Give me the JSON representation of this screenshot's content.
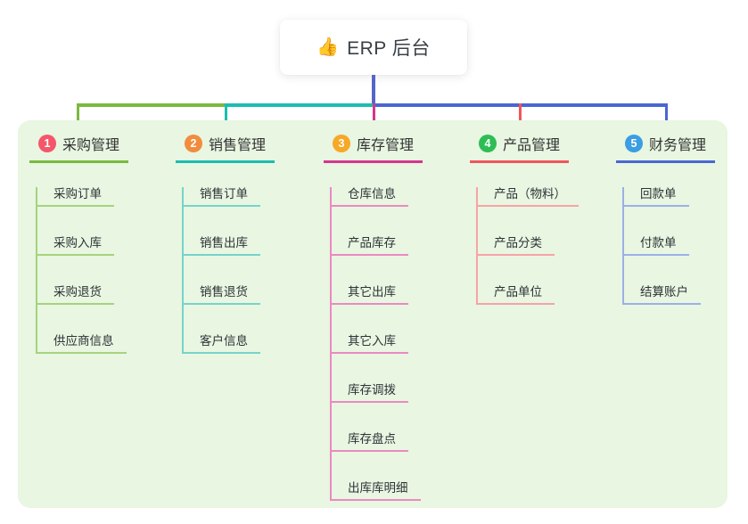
{
  "root": {
    "icon": "👍",
    "label": "ERP 后台",
    "line_color": "#5765c8"
  },
  "panel": {
    "background": "#e8f6e2"
  },
  "branches": [
    {
      "number": "1",
      "label": "采购管理",
      "badge_color": "#f4566a",
      "color": "#7cb93e",
      "light_color": "#a6d37d",
      "children": [
        "采购订单",
        "采购入库",
        "采购退货",
        "供应商信息"
      ]
    },
    {
      "number": "2",
      "label": "销售管理",
      "badge_color": "#f28c3d",
      "color": "#1cbdb0",
      "light_color": "#76d4c9",
      "children": [
        "销售订单",
        "销售出库",
        "销售退货",
        "客户信息"
      ]
    },
    {
      "number": "3",
      "label": "库存管理",
      "badge_color": "#f7a825",
      "color": "#d5368e",
      "light_color": "#ea8ac0",
      "children": [
        "仓库信息",
        "产品库存",
        "其它出库",
        "其它入库",
        "库存调拨",
        "库存盘点",
        "出库库明细"
      ]
    },
    {
      "number": "4",
      "label": "产品管理",
      "badge_color": "#2ebd55",
      "color": "#f2545b",
      "light_color": "#f7a3a8",
      "children": [
        "产品（物料）",
        "产品分类",
        "产品单位"
      ]
    },
    {
      "number": "5",
      "label": "财务管理",
      "badge_color": "#3b9de2",
      "color": "#4a66d4",
      "light_color": "#9cb0e8",
      "children": [
        "回款单",
        "付款单",
        "结算账户"
      ]
    }
  ]
}
